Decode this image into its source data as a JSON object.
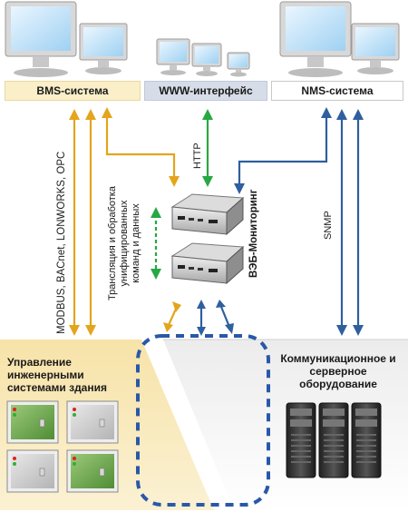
{
  "systems": {
    "bms": "BMS-система",
    "www": "WWW-интерфейс",
    "nms": "NMS-система"
  },
  "protocols": {
    "bms_left": "MODBUS, BACnet, LONWORKS, OPC",
    "http": "HTTP",
    "snmp": "SNMP"
  },
  "translation_note": [
    "Трансляция и обработка",
    "унифицированных",
    "команд и данных"
  ],
  "device_label": "ВЭБ-Мониторинг",
  "zones": {
    "building": [
      "Управление",
      "инженерными",
      "системами здания"
    ],
    "comm": [
      "Коммуникационное и",
      "серверное оборудование"
    ]
  },
  "colors": {
    "bms_arrow": "#e3a51c",
    "http_arrow": "#27a844",
    "nms_arrow": "#2f5f9e",
    "dashed_ring": "#2a58a8"
  }
}
